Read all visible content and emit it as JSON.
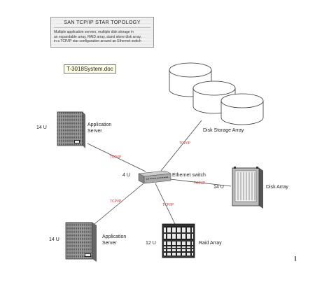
{
  "title_box": {
    "title": "SAN TCP/IP STAR TOPOLOGY",
    "desc_line1": "Multiple application servers, multiple disk storage in",
    "desc_line2": "an expandable array, RAID array, stand alone disk array,",
    "desc_line3": "in a TCP/IP star configuration around an Ethernet switch"
  },
  "doc_label": "T-3018System.doc",
  "nodes": {
    "app_server_top": {
      "name_line1": "Application",
      "name_line2": "Server",
      "size": "14 U"
    },
    "app_server_bottom": {
      "name_line1": "Application",
      "name_line2": "Server",
      "size": "14 U"
    },
    "switch": {
      "name": "Ethernet switch",
      "size": "4 U"
    },
    "disk_storage": {
      "name": "Disk Storage Array"
    },
    "disk_array": {
      "name": "Disk Array",
      "size": "14 U"
    },
    "raid_array": {
      "name": "Raid Array",
      "size": "12 U"
    }
  },
  "links": {
    "app_top": "TCP/IP",
    "storage": "TCP/IP",
    "disk_array": "TCP/IP",
    "app_bottom": "TCP/IP",
    "raid": "TCP/IP"
  },
  "colors": {
    "link_label": "#c43a3a",
    "hardware": "#555555"
  }
}
